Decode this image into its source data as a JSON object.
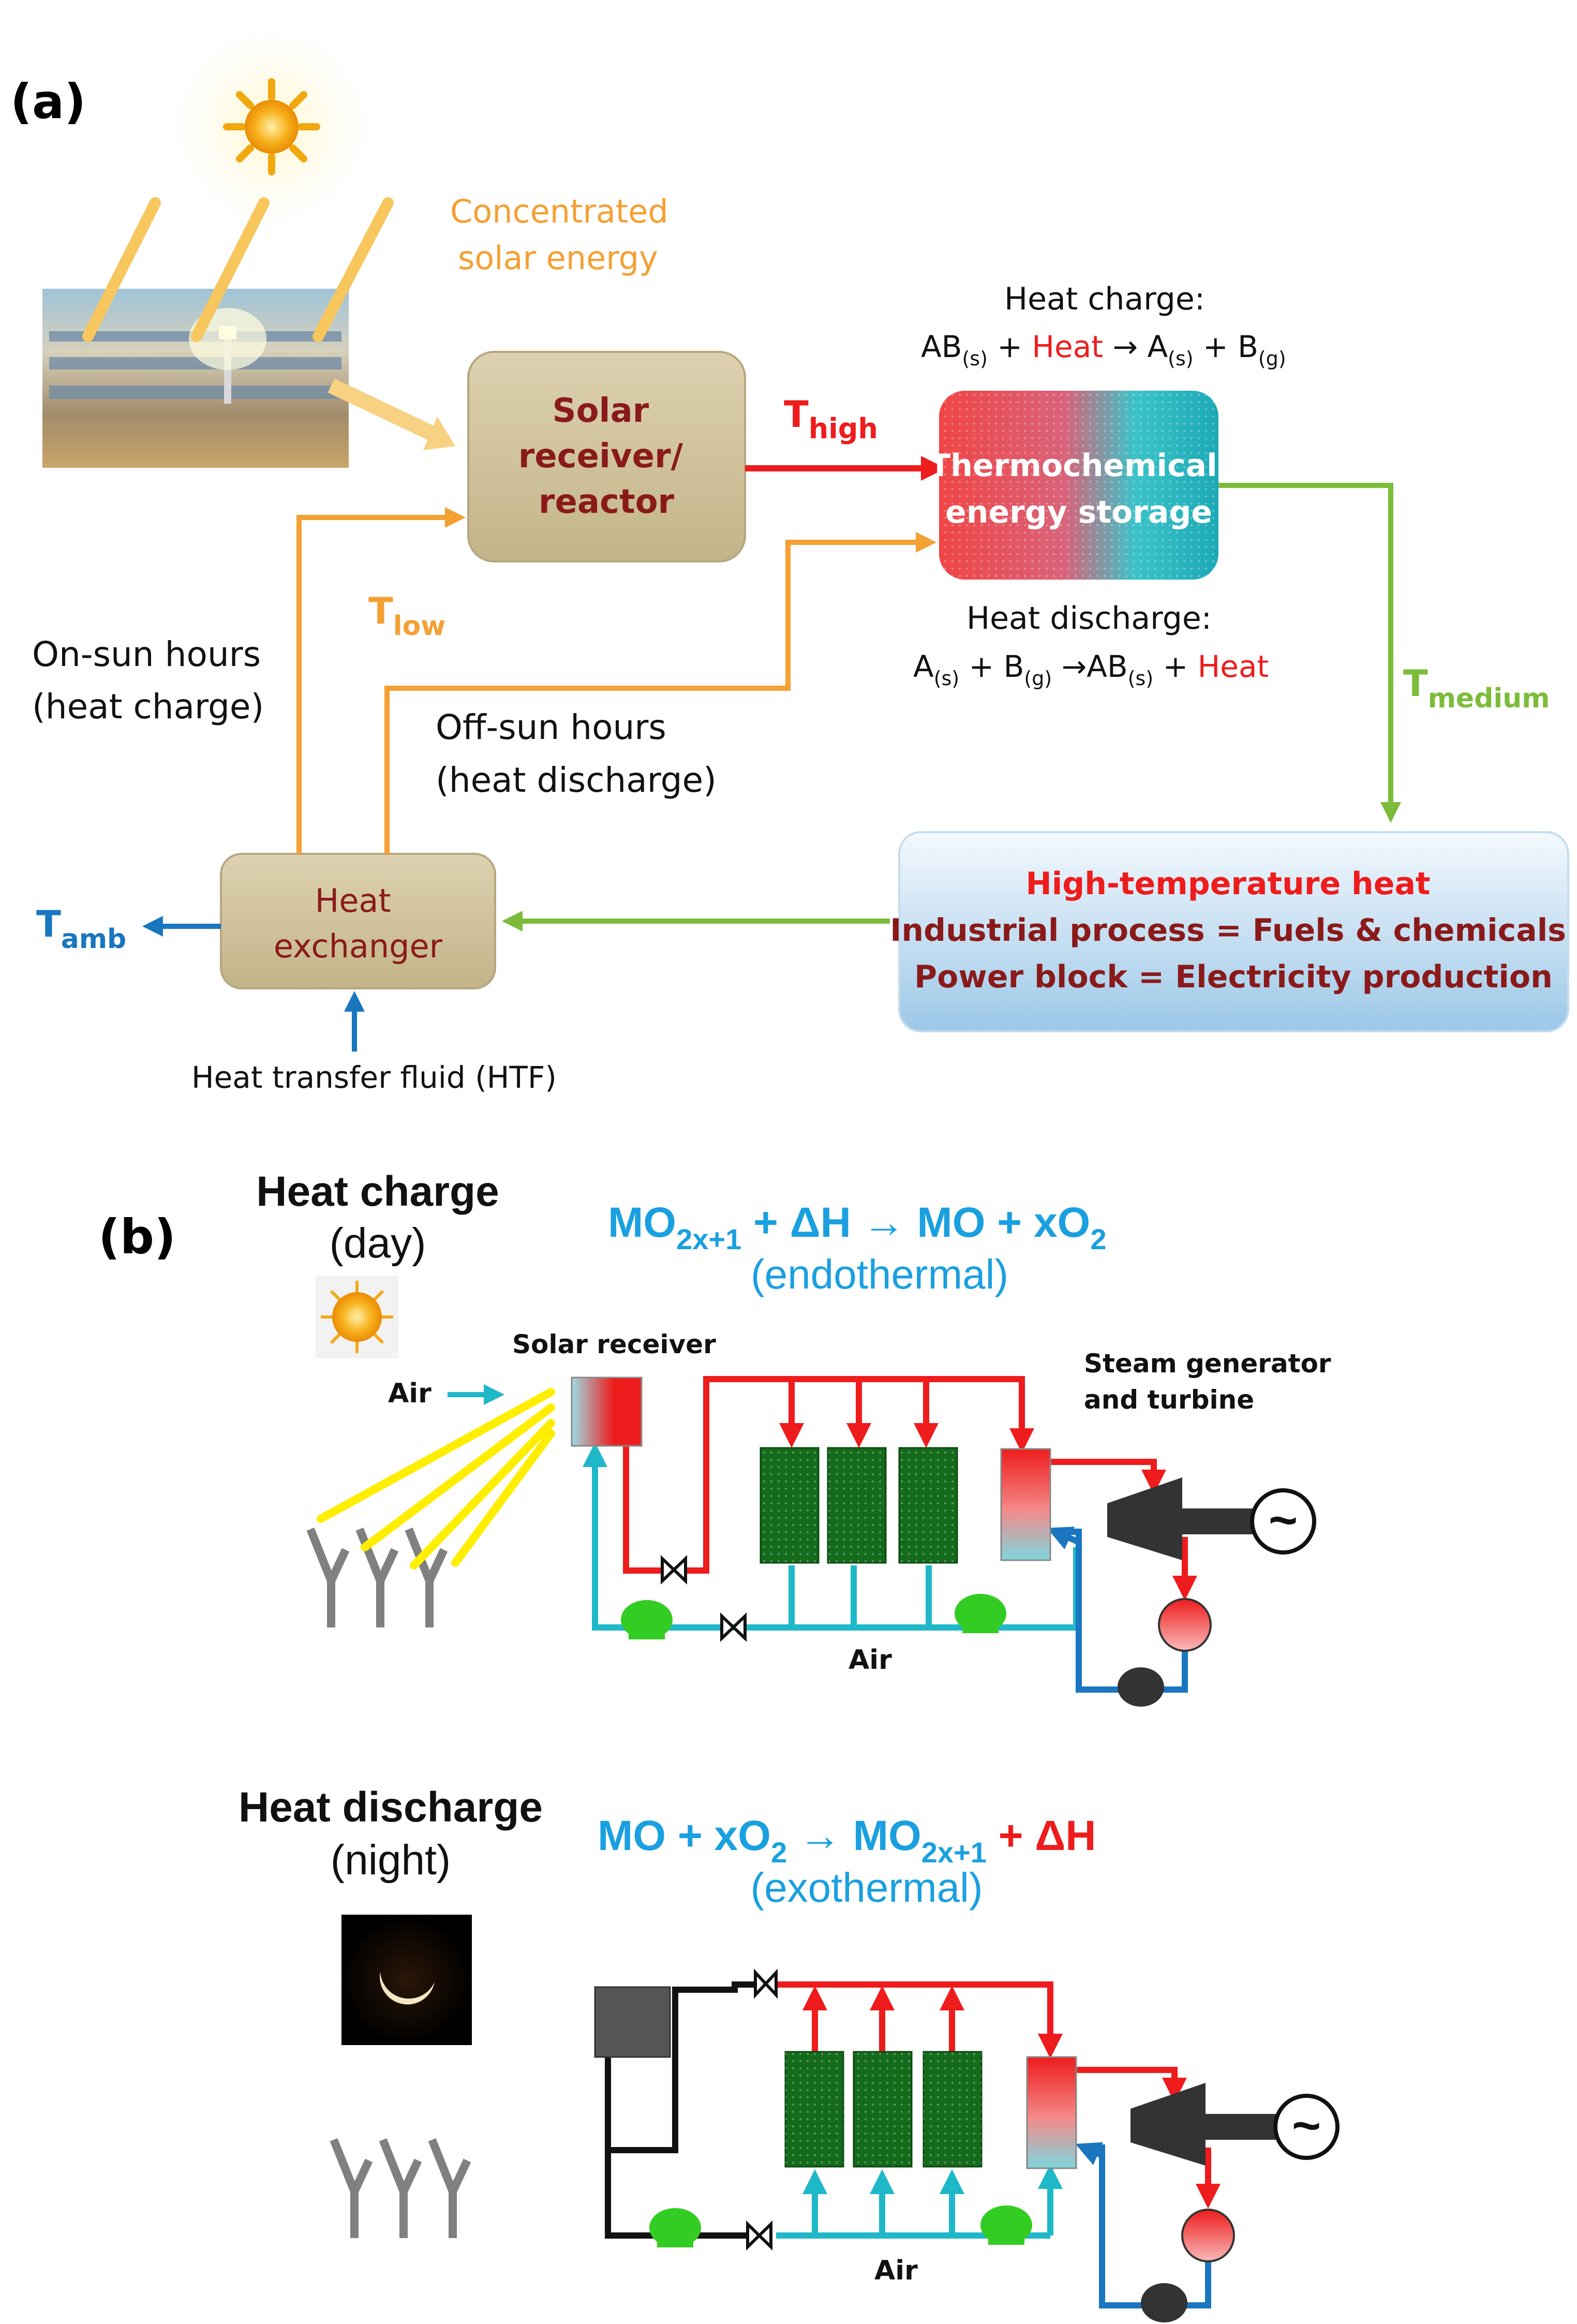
{
  "panel_a": {
    "label": "(a)",
    "concentrated_line1": "Concentrated",
    "concentrated_line2": "solar energy",
    "receiver_line1": "Solar",
    "receiver_line2": "receiver/",
    "receiver_line3": "reactor",
    "t_high": "T",
    "t_high_sub": "high",
    "t_low": "T",
    "t_low_sub": "low",
    "t_medium": "T",
    "t_medium_sub": "medium",
    "t_amb": "T",
    "t_amb_sub": "amb",
    "storage_line1": "Thermochemical",
    "storage_line2": "energy storage",
    "heat_charge_title": "Heat charge:",
    "heat_charge_eq": {
      "p1": "AB",
      "s1": "(s)",
      "p2": " + ",
      "heat": "Heat",
      "p3": " → A",
      "s2": "(s)",
      "p4": " + B",
      "s3": "(g)"
    },
    "heat_discharge_title": "Heat discharge:",
    "heat_discharge_eq": {
      "p1": "A",
      "s1": "(s)",
      "p2": " + B",
      "s2": "(g)",
      "p3": " →AB",
      "s3": "(s)",
      "p4": " + ",
      "heat": "Heat"
    },
    "on_sun_line1": "On-sun hours",
    "on_sun_line2": "(heat charge)",
    "off_sun_line1": "Off-sun hours",
    "off_sun_line2": "(heat discharge)",
    "hx_line1": "Heat",
    "hx_line2": "exchanger",
    "htf": "Heat transfer fluid (HTF)",
    "output_line1": "High-temperature heat",
    "output_line2": "Industrial process = Fuels & chemicals",
    "output_line3": "Power block = Electricity production"
  },
  "panel_b": {
    "label": "(b)",
    "charge_title": "Heat charge",
    "charge_sub": "(day)",
    "charge_eq": {
      "p1": "MO",
      "s1": "2x+1",
      "p2": " + ΔH → MO + xO",
      "s2": "2"
    },
    "charge_type": "(endothermal)",
    "solar_receiver": "Solar receiver",
    "air_in": "Air",
    "steam_line1": "Steam generator",
    "steam_line2": "and turbine",
    "air_loop_top": "Air",
    "discharge_title": "Heat discharge",
    "discharge_sub": "(night)",
    "discharge_eq": {
      "p1": "MO + xO",
      "s1": "2",
      "p2": " → MO",
      "s2": "2x+1",
      "p3": " + ΔH"
    },
    "discharge_type": "(exothermal)",
    "air_loop_bottom": "Air",
    "generator_symbol": "~"
  },
  "colors": {
    "orange": "#f5a033",
    "red": "#ee1c1c",
    "green": "#7cbc3a",
    "blue": "#1976bf",
    "cyan": "#1fb8c9",
    "formula_blue": "#1aa0e0",
    "tan": "#cbbd98",
    "yellow": "#ffee00",
    "dark_green": "#156b1c",
    "bright_green": "#33cc22"
  }
}
